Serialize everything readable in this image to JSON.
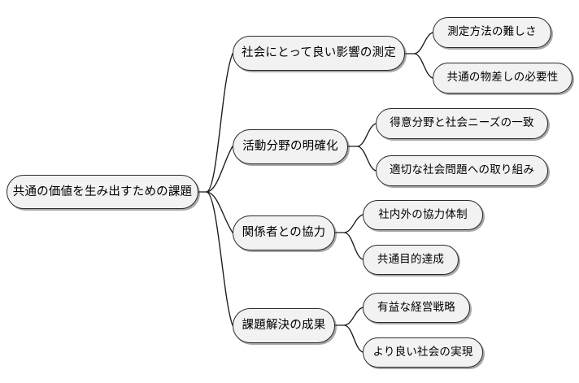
{
  "diagram": {
    "type": "mindmap",
    "title": "共通の価値を生み出すための課題",
    "background_color": "#ffffff",
    "node_fill_color": "#f2f2f2",
    "node_border_color": "#2b2b2b",
    "link_color": "#1a1a1a",
    "text_color": "#000000",
    "root": {
      "label": "共通の価値を生み出すための課題"
    },
    "branches": [
      {
        "label": "社会にとって良い影響の測定",
        "children": [
          {
            "label": "測定方法の難しさ"
          },
          {
            "label": "共通の物差しの必要性"
          }
        ]
      },
      {
        "label": "活動分野の明確化",
        "children": [
          {
            "label": "得意分野と社会ニーズの一致"
          },
          {
            "label": "適切な社会問題への取り組み"
          }
        ]
      },
      {
        "label": "関係者との協力",
        "children": [
          {
            "label": "社内外の協力体制"
          },
          {
            "label": "共通目的達成"
          }
        ]
      },
      {
        "label": "課題解決の成果",
        "children": [
          {
            "label": "有益な経営戦略"
          },
          {
            "label": "より良い社会の実現"
          }
        ]
      }
    ]
  }
}
